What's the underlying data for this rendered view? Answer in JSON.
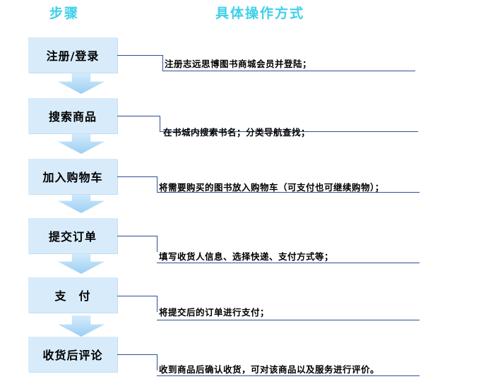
{
  "headers": {
    "steps": "步骤",
    "methods": "具体操作方式"
  },
  "steps": [
    {
      "label": "注册/登录",
      "desc": "注册志远思博图书商城会员并登陆；"
    },
    {
      "label": "搜索商品",
      "desc": "在书城内搜索书名；分类导航查找；"
    },
    {
      "label": "加入购物车",
      "desc": "将需要购买的图书放入购物车（可支付也可继续购物）；"
    },
    {
      "label": "提交订单",
      "desc": "填写收货人信息、选择快递、支付方式等；"
    },
    {
      "label": "支　付",
      "desc": "将提交后的订单进行支付；"
    },
    {
      "label": "收货后评论",
      "desc": "收到商品后确认收货，可对该商品以及服务进行评价。"
    }
  ],
  "colors": {
    "header": "#3fd0e8",
    "box": "#d8ebfa",
    "line": "#2a4f9a"
  }
}
